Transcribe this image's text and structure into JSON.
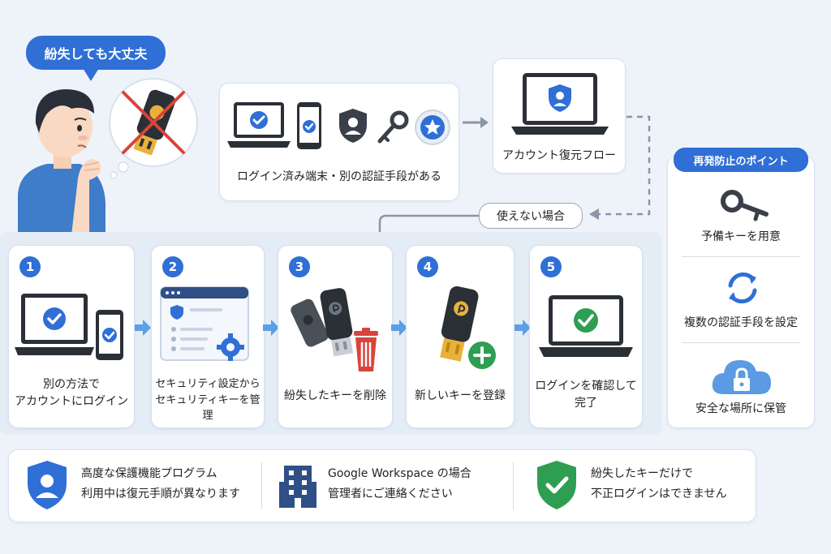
{
  "speech_bubble": "紛失しても大丈夫",
  "top_flow": {
    "devices_caption": "ログイン済み端末・別の認証手段がある",
    "recovery_caption": "アカウント復元フロー",
    "fallback_label": "使えない場合"
  },
  "steps": [
    {
      "number": "1",
      "line1": "別の方法で",
      "line2": "アカウントにログイン"
    },
    {
      "number": "2",
      "line1": "セキュリティ設定から",
      "line2": "セキュリティキーを管理"
    },
    {
      "number": "3",
      "line1": "紛失したキーを削除",
      "line2": ""
    },
    {
      "number": "4",
      "line1": "新しいキーを登録",
      "line2": ""
    },
    {
      "number": "5",
      "line1": "ログインを確認して",
      "line2": "完了"
    }
  ],
  "prevention": {
    "title": "再発防止のポイント",
    "items": [
      "予備キーを用意",
      "複数の認証手段を設定",
      "安全な場所に保管"
    ]
  },
  "notes": [
    {
      "line1": "高度な保護機能プログラム",
      "line2": "利用中は復元手順が異なります",
      "icon": "shield-person-icon"
    },
    {
      "line1": "Google Workspace の場合",
      "line2": "管理者にご連絡ください",
      "icon": "building-icon"
    },
    {
      "line1": "紛失したキーだけで",
      "line2": "不正ログインはできません",
      "icon": "shield-check-icon"
    }
  ],
  "colors": {
    "accent": "#2f6fd6",
    "success": "#2e9e52",
    "danger": "#d9443a",
    "arrow": "#5aa0e6"
  }
}
